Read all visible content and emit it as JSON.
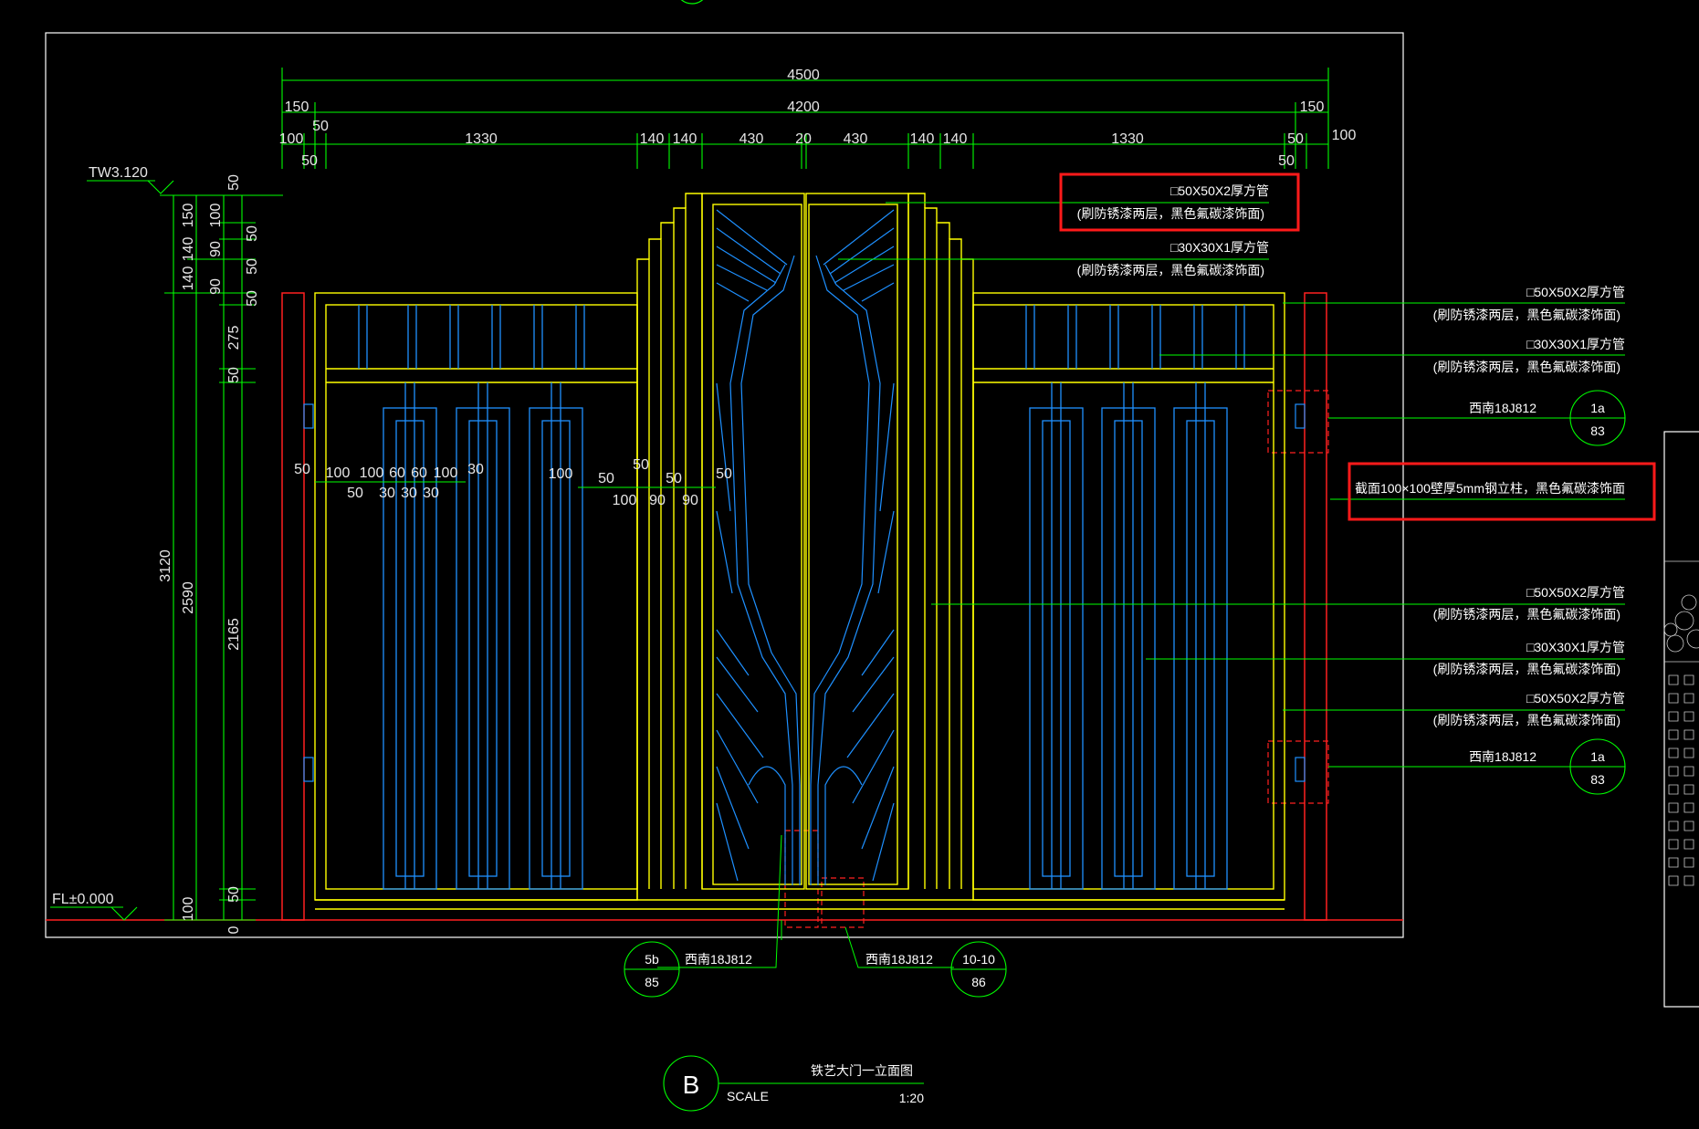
{
  "drawing": {
    "title": "铁艺大门一立面图",
    "scale_label": "SCALE",
    "scale_value": "1:20",
    "symbol": "B"
  },
  "levels": {
    "top": "TW3.120",
    "floor": "FL±0.000"
  },
  "dims_top": {
    "overall": "4500",
    "inner": "4200",
    "left_150": "150",
    "right_150": "150",
    "left_50a": "50",
    "left_100": "100",
    "left_1330": "1330",
    "left_50b": "50",
    "c140a": "140",
    "c140b": "140",
    "c430a": "430",
    "c20": "20",
    "c430b": "430",
    "c140c": "140",
    "c140d": "140",
    "right_1330": "1330",
    "right_50a": "50",
    "right_100": "100",
    "right_50b": "50"
  },
  "dims_left": {
    "h3120": "3120",
    "h2590": "2590",
    "h2165": "2165",
    "h150": "150",
    "h140a": "140",
    "h140b": "140",
    "h100a": "100",
    "h50a": "50",
    "h90a": "90",
    "h50b": "50",
    "h90b": "90",
    "h50c": "50",
    "h50top": "50",
    "h275": "275",
    "h50d": "50",
    "h50e": "50",
    "h100b": "100",
    "h0": "0"
  },
  "dims_mid": {
    "a50": "50",
    "a100": "100",
    "a100b": "100",
    "a60a": "60",
    "a60b": "60",
    "a100c": "100",
    "a30": "30",
    "b50": "50",
    "b30a": "30",
    "b30b": "30",
    "b30c": "30",
    "m100": "100",
    "m50a": "50",
    "m50b": "50",
    "m50c": "50",
    "m50d": "50",
    "m100b": "100",
    "m90a": "90",
    "m90b": "90"
  },
  "callouts": {
    "c1_line1": "□50X50X2厚方管",
    "c1_line2": "(刷防锈漆两层，黑色氟碳漆饰面)",
    "c2_line1": "□30X30X1厚方管",
    "c2_line2": "(刷防锈漆两层，黑色氟碳漆饰面)",
    "c3_line1": "□50X50X2厚方管",
    "c3_line2": "(刷防锈漆两层，黑色氟碳漆饰面)",
    "c4_line1": "□30X30X1厚方管",
    "c4_line2": "(刷防锈漆两层，黑色氟碳漆饰面)",
    "post": "截面100×100壁厚5mm钢立柱，黑色氟碳漆饰面",
    "c5_line1": "□50X50X2厚方管",
    "c5_line2": "(刷防锈漆两层，黑色氟碳漆饰面)",
    "c6_line1": "□30X30X1厚方管",
    "c6_line2": "(刷防锈漆两层，黑色氟碳漆饰面)",
    "c7_line1": "□50X50X2厚方管",
    "c7_line2": "(刷防锈漆两层，黑色氟碳漆饰面)"
  },
  "detail_refs": {
    "r1_text": "西南18J812",
    "r1_top": "1a",
    "r1_bottom": "83",
    "r2_text": "西南18J812",
    "r2_top": "1a",
    "r2_bottom": "83",
    "r3_text": "西南18J812",
    "r3_top": "5b",
    "r3_bottom": "85",
    "r4_text": "西南18J812",
    "r4_top": "10-10",
    "r4_bottom": "86"
  },
  "colors": {
    "frame": "#ffffff",
    "dimension": "#00ff00",
    "gate": "#ffff00",
    "pattern": "#1e90ff",
    "post": "#ff2020",
    "highlight": "#ff1a1a"
  }
}
